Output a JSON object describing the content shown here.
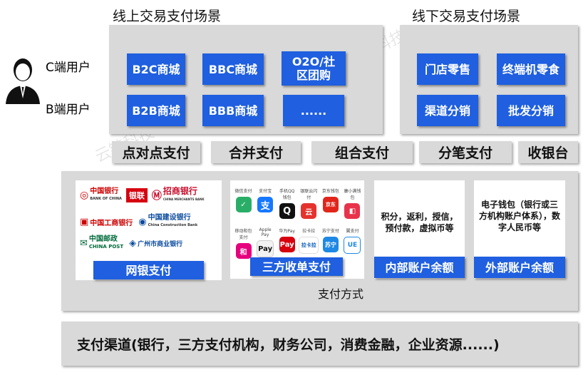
{
  "online": {
    "heading": "线上交易支付场景",
    "buttons": [
      "B2C商城",
      "BBC商城",
      "O2O/社区团购",
      "B2B商城",
      "BBB商城",
      "......"
    ]
  },
  "offline": {
    "heading": "线下交易支付场景",
    "buttons": [
      "门店零售",
      "终端机零食",
      "渠道分销",
      "批发分销"
    ]
  },
  "users": {
    "c_user": "C端用户",
    "b_user": "B端用户"
  },
  "payment_types": [
    "点对点支付",
    "合并支付",
    "组合支付",
    "分笔支付",
    "收银台"
  ],
  "banks": {
    "logos": [
      {
        "name": "中国银行",
        "sub": "BANK OF CHINA",
        "color": "#c8102e"
      },
      {
        "name": "银联",
        "sub": "",
        "color": "#d7000f"
      },
      {
        "name": "招商银行",
        "sub": "CHINA MERCHANTS BANK",
        "color": "#c8102e"
      },
      {
        "name": "中国工商银行",
        "sub": "",
        "color": "#c8102e"
      },
      {
        "name": "中国建设银行",
        "sub": "China Construction Bank",
        "color": "#0a4a9e"
      },
      {
        "name": "中国邮政",
        "sub": "CHINA POST",
        "color": "#006a3a"
      },
      {
        "name": "广州市商业银行",
        "sub": "",
        "color": "#0a4a9e"
      }
    ],
    "label": "网银支付"
  },
  "third_party": {
    "apps_row1": [
      {
        "label": "微信支付",
        "icon": "✓",
        "color": "#2aae67"
      },
      {
        "label": "支付宝",
        "icon": "支",
        "color": "#1677ff"
      },
      {
        "label": "手机QQ钱包",
        "icon": "Q",
        "color": "#111111"
      },
      {
        "label": "银联云闪付",
        "icon": "云",
        "color": "#e5322d"
      },
      {
        "label": "京东钱包",
        "icon": "京东",
        "color": "#e1251b"
      },
      {
        "label": "康小满钱包",
        "icon": "◧",
        "color": "#e8334a"
      }
    ],
    "apps_row2": [
      {
        "label": "移动和包支付",
        "icon": "和",
        "color": "#e6007e"
      },
      {
        "label": "Apple Pay",
        "icon": "Pay",
        "color": "#f2f2f2"
      },
      {
        "label": "华为Pay",
        "icon": "Pay",
        "color": "#d7000f"
      },
      {
        "label": "拉卡拉",
        "icon": "拉卡拉",
        "color": "#ffffff"
      },
      {
        "label": "苏宁支付",
        "icon": "苏宁",
        "color": "#1e88e5"
      },
      {
        "label": "翼支付",
        "icon": "UE",
        "color": "#ffffff"
      }
    ],
    "label": "三方收单支付"
  },
  "internal": {
    "desc": "积分，返利，授信，预付款，虚拟币等",
    "label": "内部账户余额"
  },
  "external": {
    "desc": "电子钱包（银行或三方机构账户体系），数字人民币等",
    "label": "外部账户余额"
  },
  "payment_methods_label": "支付方式",
  "channel_text": "支付渠道(银行，三方支付机构，财务公司，消费金融，企业资源......)",
  "watermarks": [
    "科技",
    "云链科技"
  ],
  "colors": {
    "accent": "#1f5fe0",
    "panel": "#d9d9d9"
  }
}
